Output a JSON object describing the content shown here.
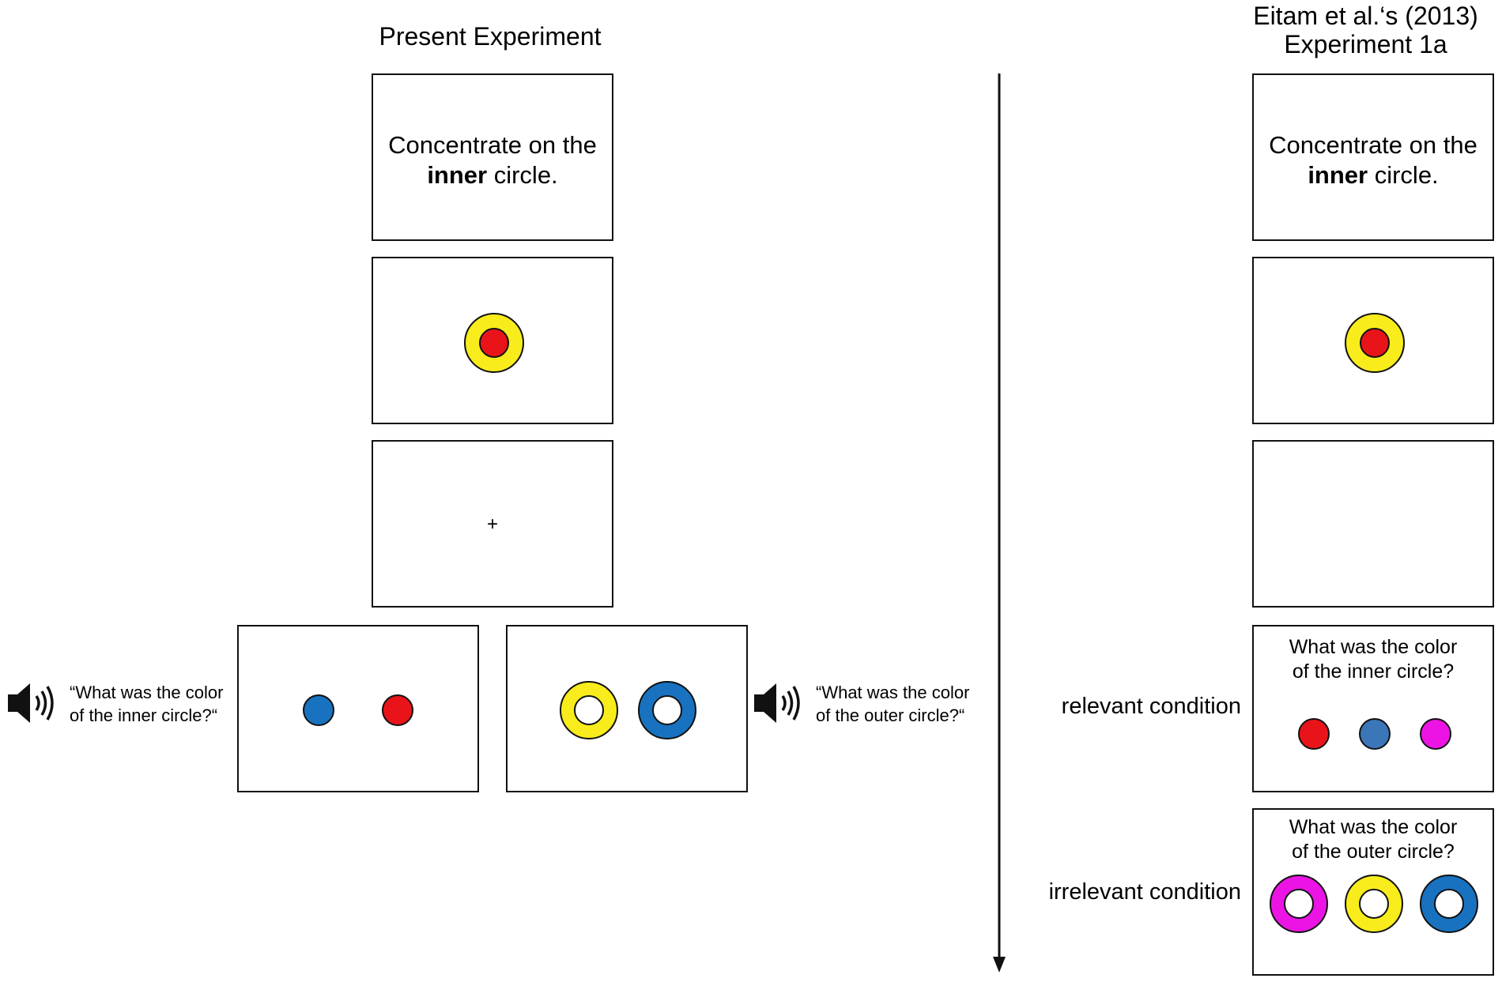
{
  "left_panel": {
    "title": "Present Experiment",
    "instruction": {
      "line1": "Concentrate on the",
      "bold_word": "inner",
      "line2_rest": " circle."
    },
    "stimulus": {
      "outer_color": "#f8ec1c",
      "inner_color": "#e8141a"
    },
    "fixation": "+",
    "test_inner": {
      "audio_question": [
        "“What was the color",
        "of the inner circle?“"
      ],
      "dot_colors": [
        "#1872c0",
        "#e8141a"
      ]
    },
    "test_outer": {
      "audio_question": [
        "“What was the color",
        "of the outer circle?“"
      ],
      "ring_colors": [
        "#f8ec1c",
        "#1872c0"
      ]
    }
  },
  "right_panel": {
    "title": [
      "Eitam et al.‘s (2013)",
      "Experiment 1a"
    ],
    "instruction": {
      "line1": "Concentrate on the",
      "bold_word": "inner",
      "line2_rest": " circle."
    },
    "stimulus": {
      "outer_color": "#f8ec1c",
      "inner_color": "#e8141a"
    },
    "relevant": {
      "label": "relevant condition",
      "question": [
        "What was the color",
        "of the inner circle?"
      ],
      "dot_colors": [
        "#e8141a",
        "#3a76b8",
        "#ec14e4"
      ]
    },
    "irrelevant": {
      "label": "irrelevant condition",
      "question": [
        "What was the color",
        "of the outer circle?"
      ],
      "ring_colors": [
        "#ec14e4",
        "#f8ec1c",
        "#1872c0"
      ]
    }
  },
  "icons": {
    "speaker": "speaker-icon",
    "timeline": "down-arrow-icon"
  }
}
